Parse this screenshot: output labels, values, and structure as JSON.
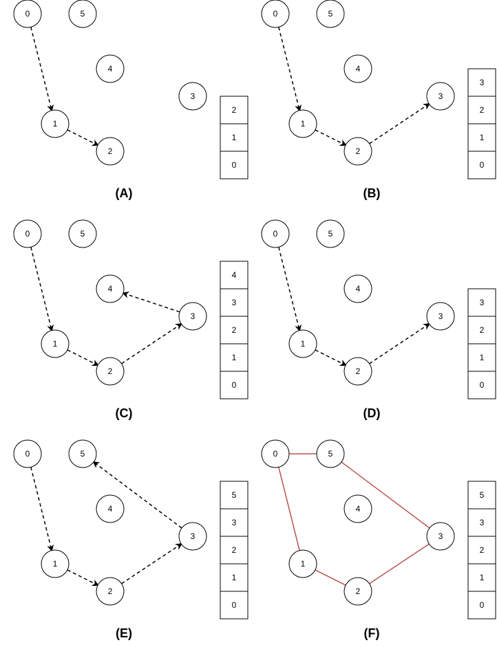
{
  "colors": {
    "node_stroke": "#000000",
    "edge_dashed": "#000000",
    "edge_solid": "#b85450"
  },
  "panels": [
    {
      "caption": "(A)",
      "nodes": [
        "0",
        "5",
        "4",
        "3",
        "1",
        "2"
      ],
      "edges": [
        [
          "0",
          "1"
        ],
        [
          "1",
          "2"
        ]
      ],
      "edge_style": "dashed-arrow",
      "stack": [
        "2",
        "1",
        "0"
      ]
    },
    {
      "caption": "(B)",
      "nodes": [
        "0",
        "5",
        "4",
        "3",
        "1",
        "2"
      ],
      "edges": [
        [
          "0",
          "1"
        ],
        [
          "1",
          "2"
        ],
        [
          "2",
          "3"
        ]
      ],
      "edge_style": "dashed-arrow",
      "stack": [
        "3",
        "2",
        "1",
        "0"
      ]
    },
    {
      "caption": "(C)",
      "nodes": [
        "0",
        "5",
        "4",
        "3",
        "1",
        "2"
      ],
      "edges": [
        [
          "0",
          "1"
        ],
        [
          "1",
          "2"
        ],
        [
          "2",
          "3"
        ],
        [
          "3",
          "4"
        ]
      ],
      "edge_style": "dashed-arrow",
      "stack": [
        "4",
        "3",
        "2",
        "1",
        "0"
      ]
    },
    {
      "caption": "(D)",
      "nodes": [
        "0",
        "5",
        "4",
        "3",
        "1",
        "2"
      ],
      "edges": [
        [
          "0",
          "1"
        ],
        [
          "1",
          "2"
        ],
        [
          "2",
          "3"
        ]
      ],
      "edge_style": "dashed-arrow",
      "stack": [
        "3",
        "2",
        "1",
        "0"
      ]
    },
    {
      "caption": "(E)",
      "nodes": [
        "0",
        "5",
        "4",
        "3",
        "1",
        "2"
      ],
      "edges": [
        [
          "0",
          "1"
        ],
        [
          "1",
          "2"
        ],
        [
          "2",
          "3"
        ],
        [
          "3",
          "5"
        ]
      ],
      "edge_style": "dashed-arrow",
      "stack": [
        "5",
        "3",
        "2",
        "1",
        "0"
      ]
    },
    {
      "caption": "(F)",
      "nodes": [
        "0",
        "5",
        "4",
        "3",
        "1",
        "2"
      ],
      "edges": [
        [
          "0",
          "1"
        ],
        [
          "1",
          "2"
        ],
        [
          "2",
          "3"
        ],
        [
          "3",
          "5"
        ],
        [
          "5",
          "0"
        ]
      ],
      "edge_style": "solid",
      "stack": [
        "5",
        "3",
        "2",
        "1",
        "0"
      ]
    }
  ]
}
